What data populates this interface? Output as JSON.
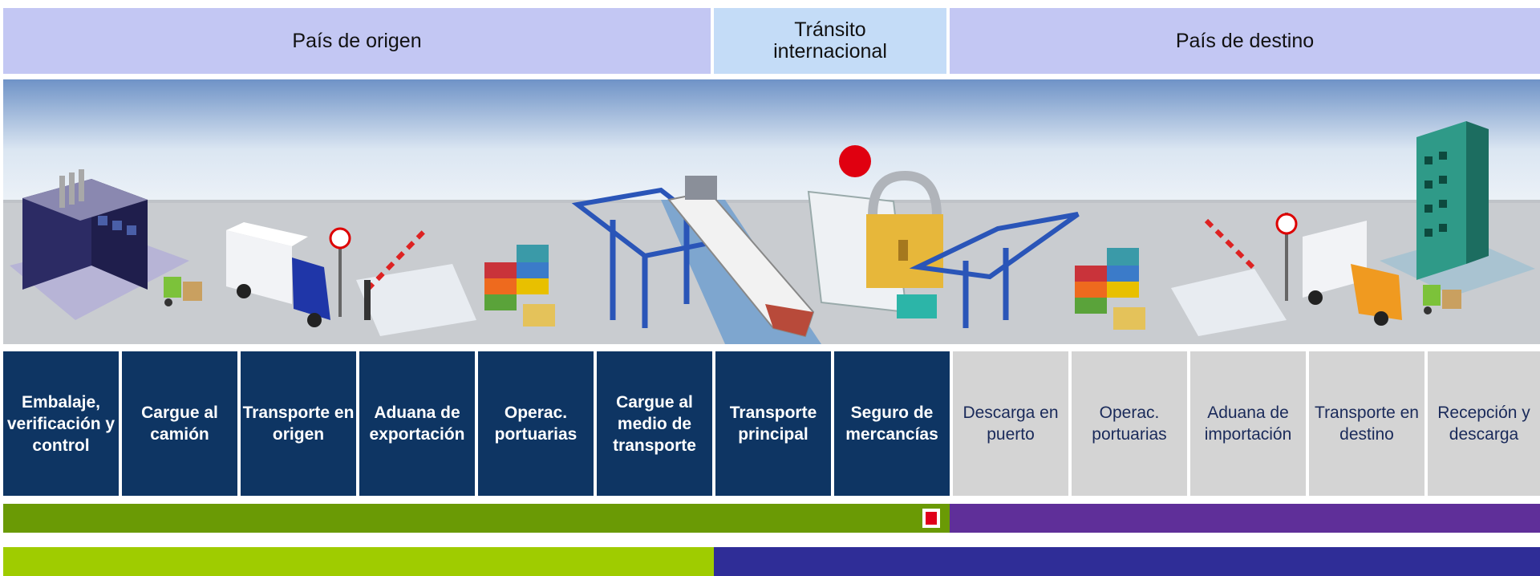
{
  "headers": {
    "origin": "País de origen",
    "transit": "Tránsito internacional",
    "destination": "País de destino"
  },
  "steps": [
    {
      "label": "Embalaje, verificación y control"
    },
    {
      "label": "Cargue al camión"
    },
    {
      "label": "Transporte en origen"
    },
    {
      "label": "Aduana de exportación"
    },
    {
      "label": "Operac. portuarias"
    },
    {
      "label": "Cargue al medio de transporte"
    },
    {
      "label": "Transporte principal"
    },
    {
      "label": "Seguro de mercancías"
    },
    {
      "label": "Descarga en puerto"
    },
    {
      "label": "Operac. portuarias"
    },
    {
      "label": "Aduana de importación"
    },
    {
      "label": "Transporte en destino"
    },
    {
      "label": "Recepción y descarga"
    }
  ],
  "colors": {
    "export_steps": "#0e3563",
    "import_steps": "#d4d4d4",
    "bar_seller": "#6a9a05",
    "bar_buyer": "#5f2f99",
    "bar_origin": "#9fcc00",
    "bar_destination": "#2f2d97",
    "risk_marker": "#e0001a"
  },
  "icons": [
    "factory-icon",
    "forklift-icon",
    "truck-icon",
    "customs-gate-icon",
    "containers-icon",
    "crane-icon",
    "ship-icon",
    "insurance-lock-icon",
    "crane-icon",
    "containers-icon",
    "customs-gate-icon",
    "truck-icon",
    "office-building-icon",
    "forklift-icon"
  ]
}
